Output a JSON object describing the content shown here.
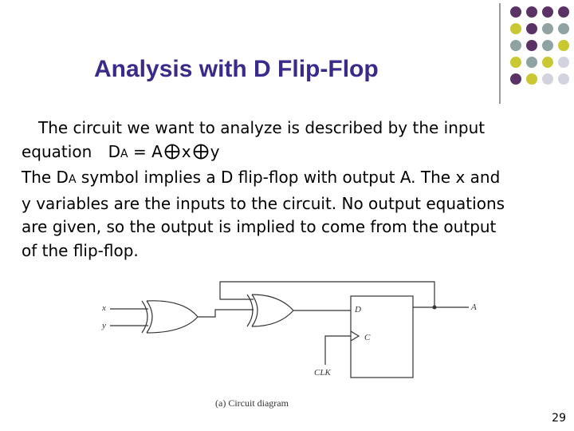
{
  "slide": {
    "title": "Analysis with D Flip-Flop",
    "page_number": "29",
    "colors": {
      "title": "#3a2a8c",
      "dot_purple": "#5b3266",
      "dot_teal": "#8fa3a3",
      "dot_yellow": "#c9c832",
      "dot_gray": "#d3d3df"
    }
  },
  "body": {
    "line1": "The circuit we want to analyze is described by the input",
    "equation": {
      "lead": "equation",
      "d_letter": "D",
      "d_sub": "A",
      "eq": "= A",
      "x": "x",
      "y": "y",
      "operator": "xor-circle-plus-icon"
    },
    "line3_pre": "The D",
    "line3_sub": "A",
    "line3_post": " symbol implies a D flip-flop with output A. The x and",
    "line4": "y variables are the inputs to the circuit. No output equations",
    "line5": "are given, so the output is implied to come from the output",
    "line6": "of the flip-flop."
  },
  "diagram": {
    "input_x": "x",
    "input_y": "y",
    "pin_d": "D",
    "pin_c": "C",
    "clock": "CLK",
    "output": "A",
    "caption": "(a) Circuit diagram"
  }
}
